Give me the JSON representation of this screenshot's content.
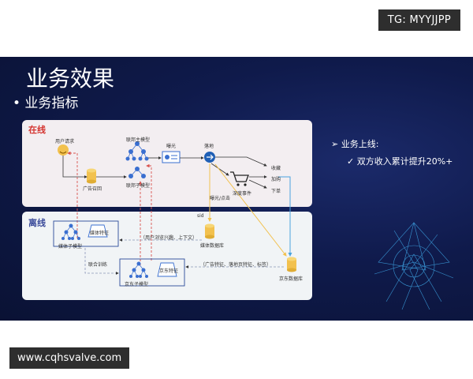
{
  "watermark_top": "TG: MYYJJPP",
  "watermark_bottom": "www.cqhsvalve.com",
  "slide": {
    "title": "业务效果",
    "subtitle": "• 业务指标",
    "right_panel": {
      "bullet1": "➢  业务上线:",
      "bullet2": "✓  双方收入累计提升20%+"
    }
  },
  "diagram": {
    "online_label": "在线",
    "offline_label": "离线",
    "nodes": {
      "user_request": "用户请求",
      "ad_recall": "广告召回",
      "joint_model": "联邦主模型",
      "joint_sub_model": "联邦子模型",
      "exposure": "曝光",
      "landing": "落地",
      "deep_events": "深度事件",
      "favorite": "收藏",
      "add_cart": "加购",
      "order": "下单",
      "expose_click": "曝光/点击",
      "media_db": "媒体数据库",
      "jd_db": "京东数据库",
      "media_sub_model": "媒体子模型",
      "media_feature": "媒体特征",
      "jd_sub_model": "京东子模型",
      "jd_feature": "京东特征",
      "joint_training": "联合训练",
      "media_note": "（用户浏览兴趣、上下文）",
      "jd_note": "（广告特征、落地页特征、标签）",
      "sid": "sid"
    }
  },
  "colors": {
    "online_label": "#d4332f",
    "offline_label": "#3a4a9a",
    "tree_icon": "#3a6fd0",
    "db_icon": "#f2c14e",
    "red_dashed": "#d9534f",
    "yellow_line": "#f2c14e",
    "blue_line": "#4aa3df",
    "gray_dashed": "#8a96b8"
  }
}
